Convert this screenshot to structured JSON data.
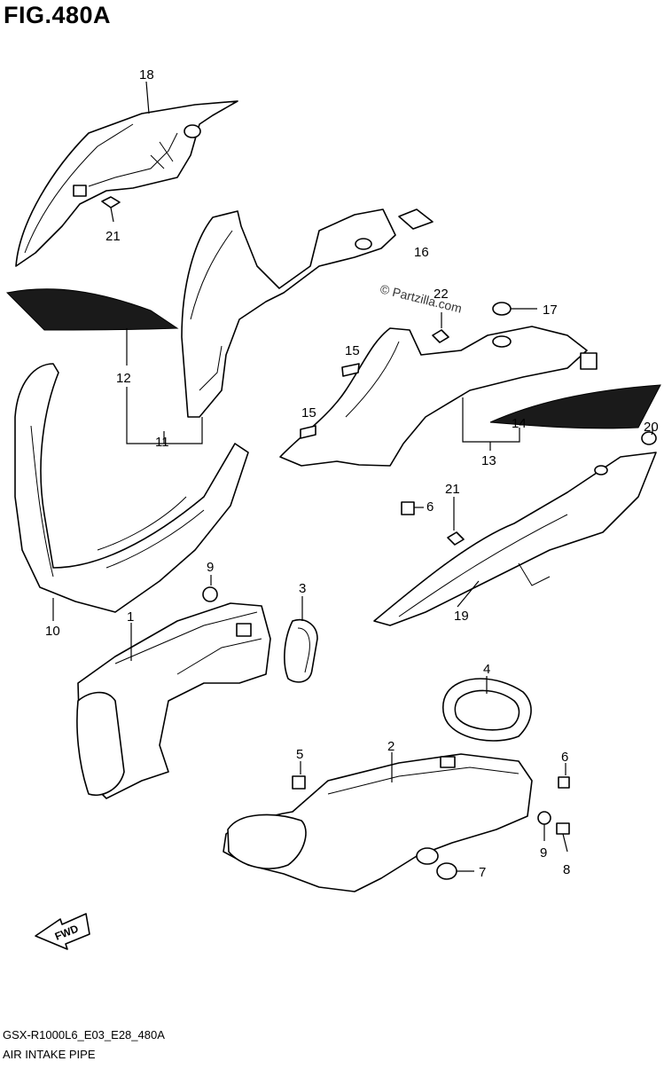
{
  "figure": {
    "title": "FIG.480A",
    "model_code": "GSX-R1000L6_E03_E28_480A",
    "subtitle": "AIR INTAKE PIPE",
    "watermark": "© Partzilla.com",
    "fwd_label": "FWD"
  },
  "callouts": [
    {
      "id": "c18",
      "text": "18"
    },
    {
      "id": "c21a",
      "text": "21"
    },
    {
      "id": "c16",
      "text": "16"
    },
    {
      "id": "c22",
      "text": "22"
    },
    {
      "id": "c17",
      "text": "17"
    },
    {
      "id": "c12",
      "text": "12"
    },
    {
      "id": "c11",
      "text": "11"
    },
    {
      "id": "c15a",
      "text": "15"
    },
    {
      "id": "c15b",
      "text": "15"
    },
    {
      "id": "c14",
      "text": "14"
    },
    {
      "id": "c13",
      "text": "13"
    },
    {
      "id": "c20",
      "text": "20"
    },
    {
      "id": "c6a",
      "text": "6"
    },
    {
      "id": "c21b",
      "text": "21"
    },
    {
      "id": "c9a",
      "text": "9"
    },
    {
      "id": "c3",
      "text": "3"
    },
    {
      "id": "c19",
      "text": "19"
    },
    {
      "id": "c10",
      "text": "10"
    },
    {
      "id": "c1",
      "text": "1"
    },
    {
      "id": "c4",
      "text": "4"
    },
    {
      "id": "c2",
      "text": "2"
    },
    {
      "id": "c5",
      "text": "5"
    },
    {
      "id": "c6b",
      "text": "6"
    },
    {
      "id": "c9b",
      "text": "9"
    },
    {
      "id": "c8",
      "text": "8"
    },
    {
      "id": "c7",
      "text": "7"
    }
  ]
}
